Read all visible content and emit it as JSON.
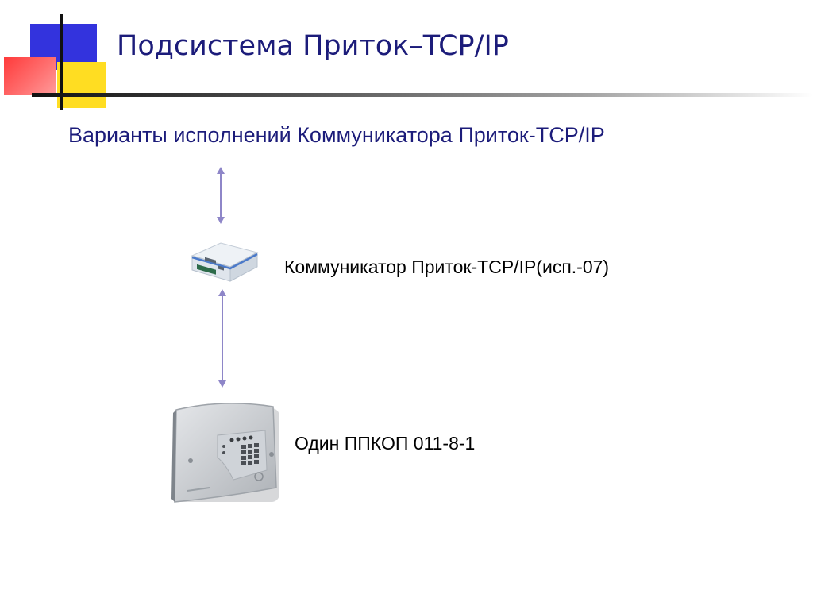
{
  "slide": {
    "title": "Подсистема Приток–TCP/IP",
    "subtitle": "Варианты исполнений Коммуникатора Приток-TCP/IP"
  },
  "devices": {
    "communicator_label": "Коммуникатор Приток-TCP/IP(исп.-07)",
    "panel_label": "Один ППКОП 011-8-1",
    "communicator_icon": "network-communicator-device-icon",
    "panel_icon": "security-control-panel-icon"
  },
  "colors": {
    "title": "#1c1c7a",
    "accent_blue": "#3333dd",
    "accent_yellow": "#ffdd22",
    "accent_red": "#ff3a3a",
    "arrow": "#8e86c8"
  }
}
